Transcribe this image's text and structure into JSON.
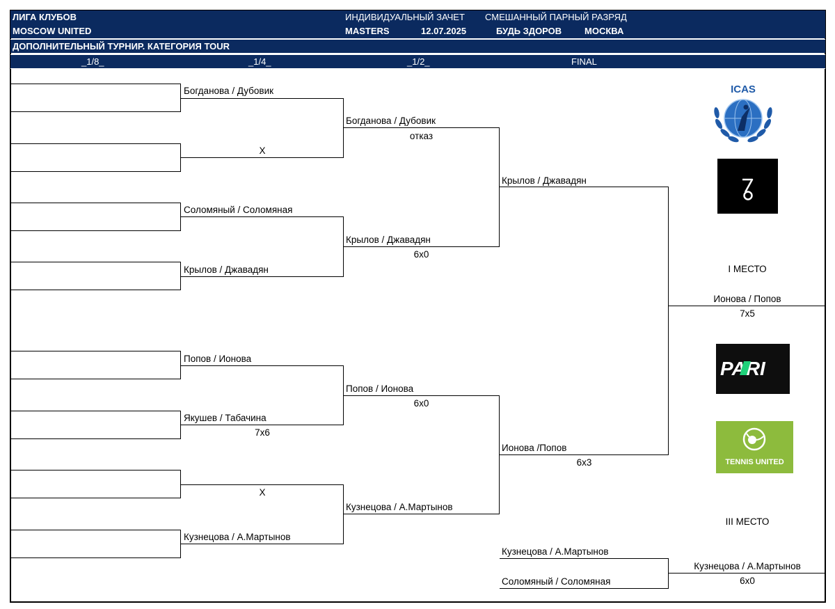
{
  "header": {
    "league": "ЛИГА КЛУБОВ",
    "club": "MOSCOW UNITED",
    "event_type": "ИНДИВИДУАЛЬНЫЙ ЗАЧЕТ",
    "discipline": "СМЕШАННЫЙ ПАРНЫЙ РАЗРЯД",
    "level": "MASTERS",
    "date": "12.07.2025",
    "venue": "БУДЬ ЗДОРОВ",
    "city": "МОСКВА",
    "subtitle": "ДОПОЛНИТЕЛЬНЫЙ  ТУРНИР. КАТЕГОРИЯ TOUR"
  },
  "rounds": [
    "_1/8_",
    "_1/4_",
    "_1/2_",
    "FINAL"
  ],
  "round_of_16": {
    "winners": [
      "Богданова / Дубовик",
      "X",
      "Соломяный / Соломяная",
      "Крылов / Джавадян",
      "Попов / Ионова",
      "Якушев / Табачина",
      "X",
      "Кузнецова / А.Мартынов"
    ],
    "score_yakushev": "7х6"
  },
  "quarterfinals": {
    "winners": [
      "Богданова / Дубовик",
      "Крылов / Джавадян",
      "Попов / Ионова",
      "Кузнецова / А.Мартынов"
    ],
    "scores": [
      "отказ",
      "6х0",
      "6х0",
      ""
    ]
  },
  "semifinals": {
    "winners": [
      "Крылов / Джавадян",
      "Ионова /Попов"
    ],
    "scores": [
      "",
      "6х3"
    ]
  },
  "final": {
    "place_label": "I МЕСТО",
    "winner": "Ионова / Попов",
    "score": "7х5"
  },
  "third_place": {
    "place_label": "III МЕСТО",
    "player_a": "Кузнецова / А.Мартынов",
    "player_b": "Соломяный / Соломяная",
    "winner": "Кузнецова / А.Мартынов",
    "score": "6х0"
  },
  "logos": {
    "icas": "ICAS",
    "seven_six": "76",
    "pari": "PARI",
    "tennis_united": "TENNIS UNITED"
  },
  "colors": {
    "header_bg": "#0b2a5f",
    "pari_green": "#1fd17a",
    "tennis_green": "#8dbb3d"
  }
}
